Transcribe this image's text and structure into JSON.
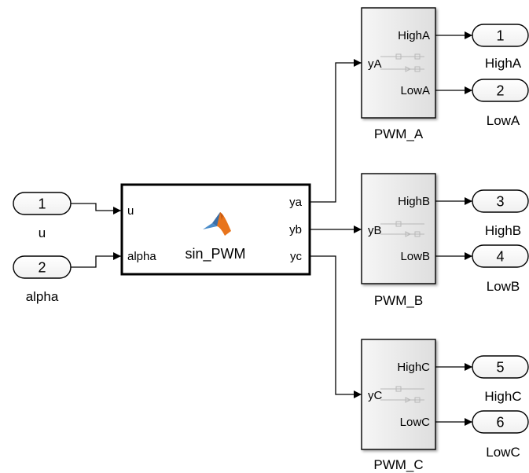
{
  "inports": [
    {
      "number": "1",
      "name": "u"
    },
    {
      "number": "2",
      "name": "alpha"
    }
  ],
  "function_block": {
    "name": "sin_PWM",
    "inputs": [
      "u",
      "alpha"
    ],
    "outputs": [
      "ya",
      "yb",
      "yc"
    ],
    "icon": "matlab-logo-icon"
  },
  "pwm_blocks": [
    {
      "name": "PWM_A",
      "input": "yA",
      "outputs": [
        "HighA",
        "LowA"
      ]
    },
    {
      "name": "PWM_B",
      "input": "yB",
      "outputs": [
        "HighB",
        "LowB"
      ]
    },
    {
      "name": "PWM_C",
      "input": "yC",
      "outputs": [
        "HighC",
        "LowC"
      ]
    }
  ],
  "outports": [
    {
      "number": "1",
      "name": "HighA"
    },
    {
      "number": "2",
      "name": "LowA"
    },
    {
      "number": "3",
      "name": "HighB"
    },
    {
      "number": "4",
      "name": "LowB"
    },
    {
      "number": "5",
      "name": "HighC"
    },
    {
      "number": "6",
      "name": "LowC"
    }
  ]
}
